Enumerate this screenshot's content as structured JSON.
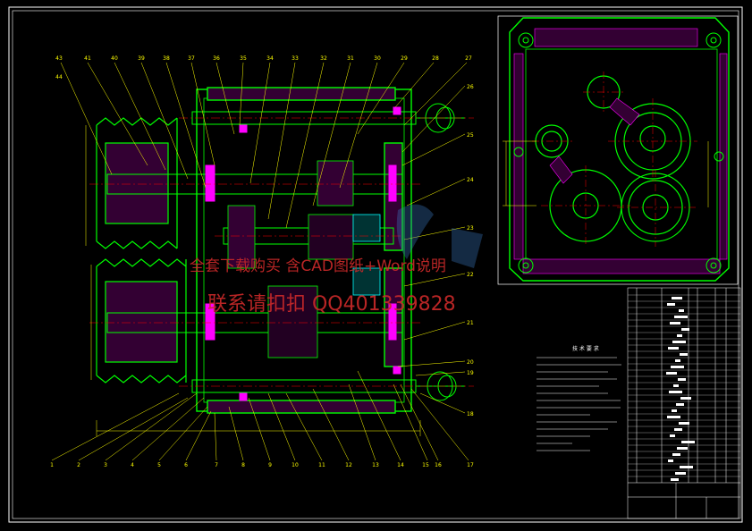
{
  "drawing": {
    "balloons_top": [
      "43",
      "44",
      "41",
      "40",
      "39",
      "38",
      "37",
      "36",
      "35",
      "34",
      "33",
      "32",
      "31",
      "30",
      "29",
      "28",
      "27"
    ],
    "balloons_bottom": [
      "1",
      "2",
      "3",
      "4",
      "5",
      "6",
      "7",
      "8",
      "9",
      "10",
      "11",
      "12",
      "13",
      "14",
      "15",
      "16",
      "17"
    ],
    "balloons_right": [
      "26",
      "25",
      "24",
      "23",
      "22",
      "21",
      "20",
      "19",
      "18"
    ],
    "watermark_line1": "全套下载购买 含CAD图纸+Word说明",
    "watermark_line2": "联系请扣扣 QQ401339828",
    "notes_title": "技 术 要 求"
  },
  "colors": {
    "background": "#000000",
    "outline": "#00ff00",
    "dimension": "#ffff00",
    "center": "#ff0000",
    "hatch": "#ff00ff",
    "accent": "#00ffff",
    "frame": "#ffffff",
    "watermark": "#cc2a2a"
  }
}
